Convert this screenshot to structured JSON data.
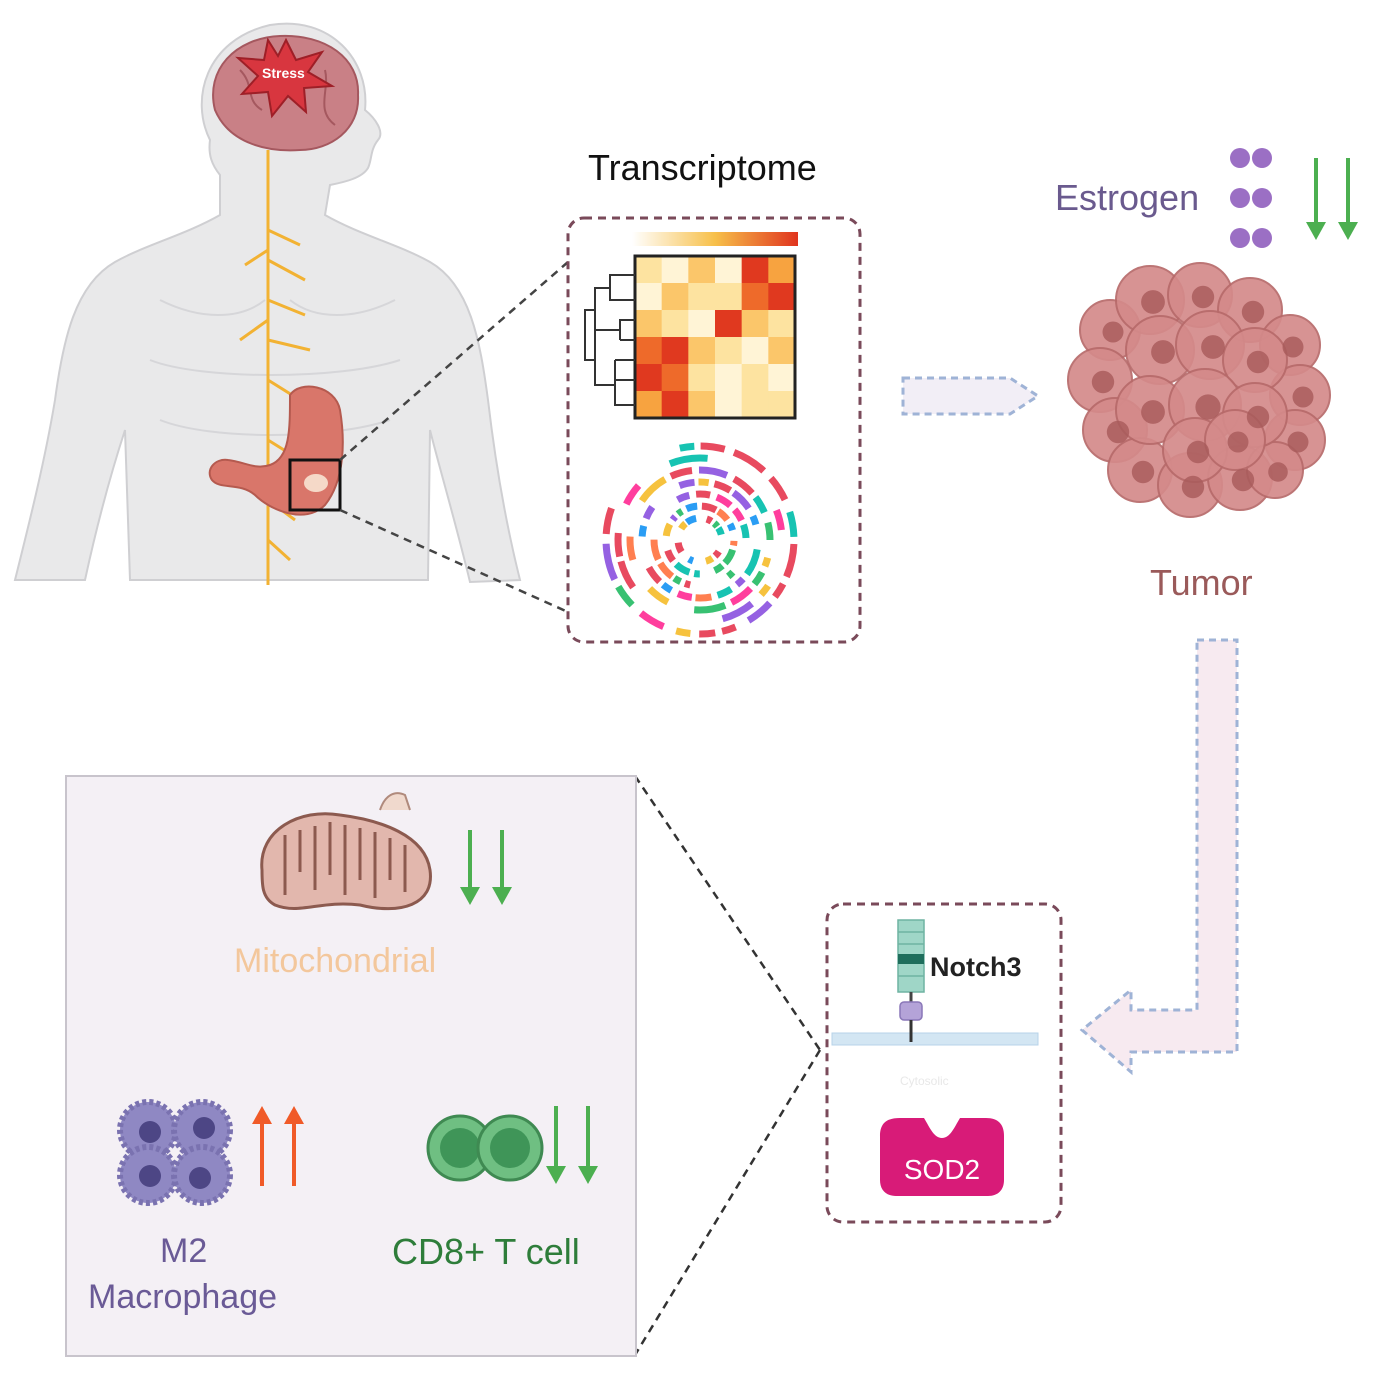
{
  "labels": {
    "stress": "Stress",
    "transcriptome": "Transcriptome",
    "estrogen": "Estrogen",
    "tumor": "Tumor",
    "mitochondrial": "Mitochondrial",
    "m2_line1": "M2",
    "m2_line2": "Macrophage",
    "cd8": "CD8+ T cell",
    "notch3": "Notch3",
    "sod2": "SOD2",
    "faint_note": "Cytosolic"
  },
  "regulation": {
    "estrogen": "down",
    "mitochondrial": "down",
    "m2_macrophage": "up",
    "cd8_t_cell": "down"
  },
  "colors": {
    "down_arrow": "#4caf50",
    "up_arrow": "#f05a28",
    "estrogen_dot": "#9b6fc4",
    "tumor": "#c97a7a",
    "sod2": "#d81b78",
    "nerve": "#f2b233",
    "dashed_box": "#7a4a5a",
    "flow_arrow": "#9fb3d6"
  },
  "icons": [
    "brain-icon",
    "human-body-icon",
    "stomach-icon",
    "heatmap-icon",
    "circos-plot-icon",
    "tumor-icon",
    "mitochondrion-icon",
    "macrophage-icon",
    "t-cell-icon",
    "notch3-receptor-icon",
    "sod2-protein-icon"
  ]
}
